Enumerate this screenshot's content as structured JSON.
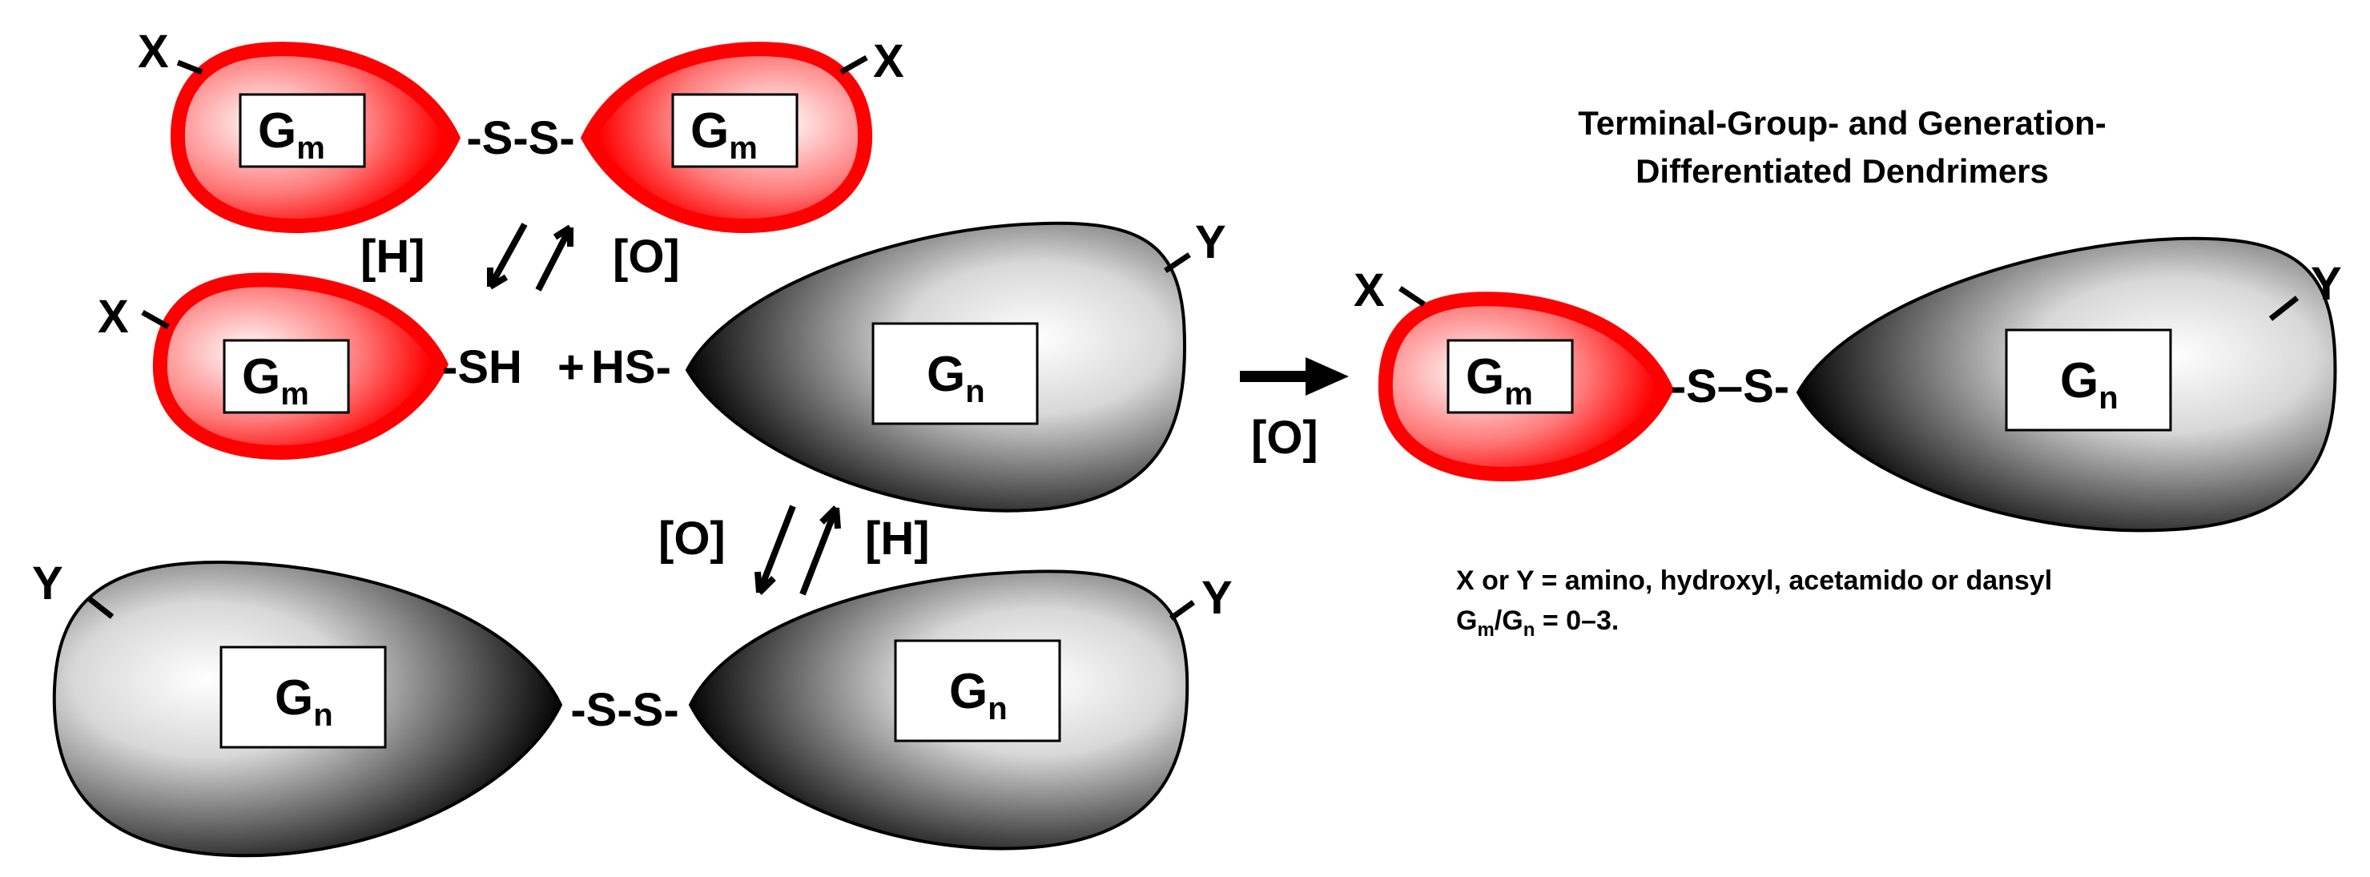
{
  "colors": {
    "red_edge": "#ff0000",
    "red_mid": "#ff7a7a",
    "red_center": "#ffffff",
    "black_edge": "#000000",
    "black_center": "#ffffff",
    "box_fill": "#ffffff",
    "box_stroke": "#000000",
    "arrow": "#000000"
  },
  "labels": {
    "x_group": "X",
    "y_group": "Y",
    "g": "G",
    "sub_m": "m",
    "sub_n": "n",
    "reduce": "[H]",
    "oxidize": "[O]",
    "disulfide_hyphen": "-S-S-",
    "thiol_left": "-SH",
    "plus": "+",
    "thiol_right": "HS-",
    "product_linker": "-S–S-"
  },
  "title": {
    "line1": "Terminal-Group- and Generation-",
    "line2": "Differentiated Dendrimers"
  },
  "legend": {
    "line1": "X or Y = amino, hydroxyl, acetamido or dansyl",
    "line2_g": "G",
    "line2_m": "m",
    "line2_slash": "/G",
    "line2_n": "n",
    "line2_rest": " = 0–3."
  }
}
